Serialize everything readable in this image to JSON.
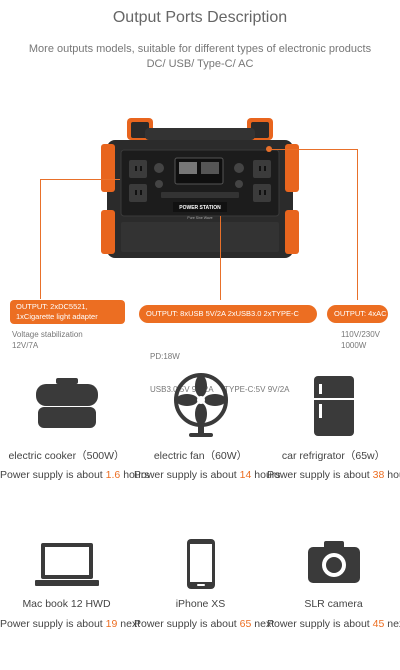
{
  "title": "Output Ports Description",
  "subtitle_line1": "More outputs models, suitable for different types of electronic products",
  "subtitle_line2": "DC/ USB/ Type-C/ AC",
  "product_label": "POWER STATION",
  "product_sublabel": "Pure Sine Wave",
  "accent_color": "#ec6e22",
  "ports": [
    {
      "label_lines": [
        "OUTPUT: 2xDC5521,",
        "1xCigarette light adapter"
      ],
      "spec_lines": [
        "Voltage stabilization",
        "12V/7A"
      ]
    },
    {
      "label_lines": [
        "OUTPUT: 8xUSB 5V/2A  2xUSB3.0   2xTYPE-C"
      ],
      "spec_lines": [
        "PD:18W",
        "USB3.0:5V 9V/2A     TYPE-C:5V 9V/2A"
      ]
    },
    {
      "label_lines": [
        "OUTPUT: 4xAC"
      ],
      "spec_lines": [
        "110V/230V",
        "1000W"
      ]
    }
  ],
  "devices": [
    {
      "icon": "rice-cooker-icon",
      "name": "electric cooker（500W）",
      "supply_prefix": "Power supply is about",
      "value": "1.6",
      "unit": "hours"
    },
    {
      "icon": "fan-icon",
      "name": "electric fan（60W）",
      "supply_prefix": "Power supply is about",
      "value": "14",
      "unit": "hours"
    },
    {
      "icon": "refrigerator-icon",
      "name": "car refrigrator（65w）",
      "supply_prefix": "Power supply is about",
      "value": "38",
      "unit": "hours"
    },
    {
      "icon": "laptop-icon",
      "name": "Mac book 12 HWD",
      "supply_prefix": "Power supply is about",
      "value": "19",
      "unit": "next"
    },
    {
      "icon": "phone-icon",
      "name": "iPhone XS",
      "supply_prefix": "Power supply is about",
      "value": "65",
      "unit": "next"
    },
    {
      "icon": "camera-icon",
      "name": "SLR camera",
      "supply_prefix": "Power supply is about",
      "value": "45",
      "unit": "next"
    }
  ]
}
